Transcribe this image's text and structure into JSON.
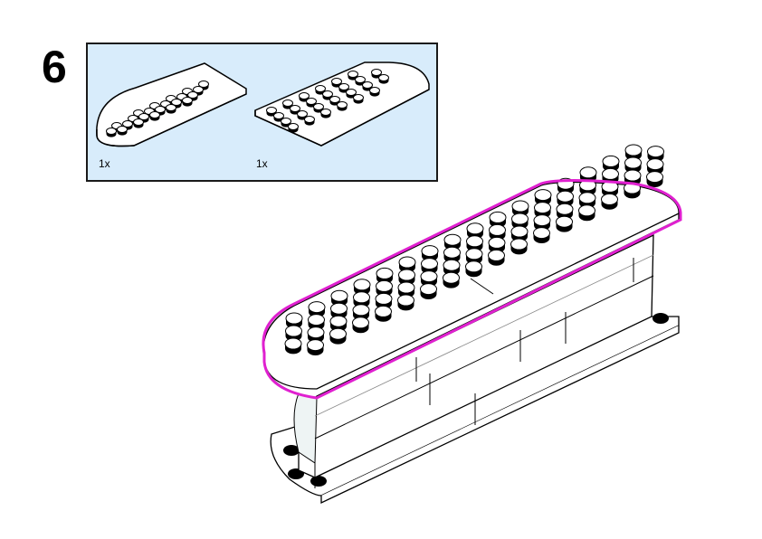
{
  "step": {
    "number": "6"
  },
  "parts_list": {
    "parts": [
      {
        "name": "half-round-plate",
        "qty": "1x"
      },
      {
        "name": "half-round-plate-mirrored",
        "qty": "1x"
      }
    ]
  },
  "colors": {
    "panel_bg": "#d8ecfb",
    "highlight": "#e020d0",
    "stud": "#000000",
    "brick": "#ffffff",
    "transparent": "#eef4f4"
  }
}
